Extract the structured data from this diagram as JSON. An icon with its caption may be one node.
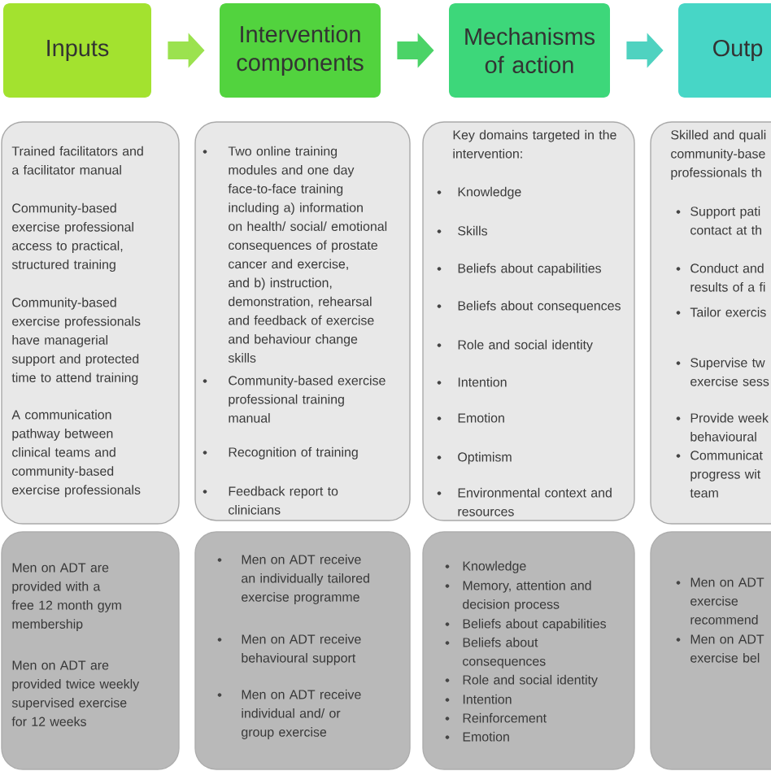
{
  "diagram": {
    "nodes": [
      {
        "text": [
          "Inputs"
        ]
      },
      {
        "text": [
          "Intervention components"
        ]
      },
      {
        "text": [
          "Mechanisms of action"
        ]
      },
      {
        "text": [
          "Outp"
        ]
      },
      {
        "text": [
          "Trained facilitators and a facilitator manual",
          "Community-based exercise professional access to practical, structured training",
          "Community-based exercise professionals have managerial support and protected time to attend training",
          "A communication pathway between clinical teams and community-based exercise professionals"
        ]
      },
      {
        "text": [
          "Two online training modules and one day face-to-face training including a) information on health/ social/ emotional consequences of prostate cancer and exercise, and b) instruction, demonstration, rehearsal and feedback of exercise and behaviour change skills",
          "Community-based exercise professional training manual",
          "Recognition of training",
          "Feedback report to clinicians"
        ]
      },
      {
        "text": [
          "Key domains targeted in the intervention:",
          "Knowledge",
          "Skills",
          "Beliefs about capabilities",
          "Beliefs about consequences",
          "Role and social identity",
          "Intention",
          "Emotion",
          "Optimism",
          "Environmental context and resources"
        ]
      },
      {
        "text": [
          "Skilled and quali community-base professionals th",
          "Support pati contact at th",
          "Conduct and results of a fi",
          "Tailor exercis",
          "Supervise tw exercise sess",
          "Provide week behavioural",
          "Communicat progress wit team"
        ]
      },
      {
        "text": [
          "Men on ADT are provided with a free 12 month gym membership",
          "Men on ADT are provided twice weekly supervised exercise for 12 weeks"
        ]
      },
      {
        "text": [
          "Men on ADT receive an individually tailored exercise programme",
          "Men on ADT receive behavioural support",
          "Men on ADT receive individual and/ or group exercise"
        ]
      },
      {
        "text": [
          "Knowledge",
          "Memory, attention and decision process",
          "Beliefs about capabilities",
          "Beliefs about consequences",
          "Role and social identity",
          "Intention",
          "Reinforcement",
          "Emotion"
        ]
      },
      {
        "text": [
          "Men on ADT exercise recommend",
          "Men on ADT exercise bel"
        ]
      }
    ],
    "edges": [
      {
        "from": 0,
        "to": 1,
        "arrow": "to",
        "color": "#9be24f"
      },
      {
        "from": 1,
        "to": 2,
        "arrow": "to",
        "color": "#4bd367"
      },
      {
        "from": 2,
        "to": 3,
        "arrow": "to",
        "color": "#4fd2c0"
      }
    ]
  }
}
